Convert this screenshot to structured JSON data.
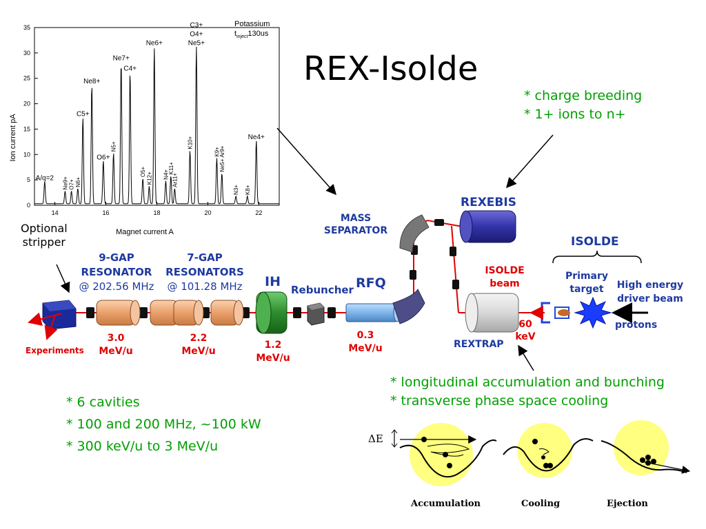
{
  "title": "REX-Isolde",
  "notes": {
    "charge_breeding": [
      "* charge breeding",
      "* 1+ ions to n+"
    ],
    "trap": [
      "* longitudinal accumulation and bunching",
      "* transverse phase space cooling"
    ],
    "linac": [
      "* 6 cavities",
      "* 100 and 200 MHz, ~100 kW",
      "* 300 keV/u to 3 MeV/u"
    ]
  },
  "labels": {
    "optional_stripper": [
      "Optional",
      "stripper"
    ],
    "nine_gap": [
      "9-GAP",
      "RESONATOR",
      "@ 202.56 MHz"
    ],
    "seven_gap": [
      "7-GAP",
      "RESONATORS",
      "@ 101.28 MHz"
    ],
    "ih": "IH",
    "rebuncher": "Rebuncher",
    "rfq": "RFQ",
    "mass_separator": [
      "MASS",
      "SEPARATOR"
    ],
    "rexebis": "REXEBIS",
    "isolde": "ISOLDE",
    "isolde_beam": [
      "ISOLDE",
      "beam"
    ],
    "primary_target": [
      "Primary",
      "target"
    ],
    "driver_beam": [
      "High energy",
      "driver beam"
    ],
    "protons": "protons",
    "rextrap": "REXTRAP",
    "kev60": [
      "60",
      "keV"
    ],
    "experiments": "Experiments",
    "e30": [
      "3.0",
      "MeV/u"
    ],
    "e22": [
      "2.2",
      "MeV/u"
    ],
    "e12": [
      "1.2",
      "MeV/u"
    ],
    "e03": [
      "0.3",
      "MeV/u"
    ]
  },
  "trap_panels": {
    "delta_e": "ΔE",
    "captions": [
      "Accumulation",
      "Cooling",
      "Ejection"
    ]
  },
  "colors": {
    "green": "#00a000",
    "blue_label": "#1e3aa0",
    "red_label": "#e00000",
    "resonator": "#f0b080",
    "ih": "#2e8b2e",
    "rfq": "#7fb4ea",
    "rexebis": "#3333aa",
    "rextrap": "#dddddd",
    "beamline": "#e00000"
  },
  "chart_data": {
    "type": "line",
    "title": "",
    "annotation": [
      "Potassium",
      "t",
      "inject",
      "130us"
    ],
    "xlabel": "Magnet current A",
    "ylabel": "Ion current pA",
    "xlim": [
      13.2,
      22.8
    ],
    "ylim": [
      0,
      35
    ],
    "xticks": [
      14,
      16,
      18,
      20,
      22
    ],
    "yticks": [
      0,
      5,
      10,
      15,
      20,
      25,
      30,
      35
    ],
    "peaks": [
      {
        "x": 13.6,
        "y": 4.4,
        "label": "A/q=2",
        "rot": false
      },
      {
        "x": 14.4,
        "y": 2.5,
        "label": "Ne9+",
        "rot": true
      },
      {
        "x": 14.65,
        "y": 2.5,
        "label": "O7+",
        "rot": true
      },
      {
        "x": 14.9,
        "y": 3.0,
        "label": "N6+",
        "rot": true
      },
      {
        "x": 15.1,
        "y": 17.0,
        "label": "C5+",
        "rot": false
      },
      {
        "x": 15.45,
        "y": 23.5,
        "label": "Ne8+",
        "rot": false
      },
      {
        "x": 15.9,
        "y": 8.5,
        "label": "O6+",
        "rot": false
      },
      {
        "x": 16.3,
        "y": 10.0,
        "label": "N5+",
        "rot": true
      },
      {
        "x": 16.6,
        "y": 28.0,
        "label": "Ne7+",
        "rot": false
      },
      {
        "x": 16.95,
        "y": 26.0,
        "label": "C4+",
        "rot": false
      },
      {
        "x": 17.45,
        "y": 5.0,
        "label": "O5+",
        "rot": true
      },
      {
        "x": 17.7,
        "y": 3.5,
        "label": "K12+",
        "rot": true
      },
      {
        "x": 17.9,
        "y": 31.0,
        "label": "Ne6+",
        "rot": false
      },
      {
        "x": 18.35,
        "y": 4.5,
        "label": "N4+",
        "rot": true
      },
      {
        "x": 18.55,
        "y": 5.5,
        "label": "K11+",
        "rot": true
      },
      {
        "x": 18.7,
        "y": 3.0,
        "label": "Ar11+",
        "rot": true
      },
      {
        "x": 19.3,
        "y": 10.5,
        "label": "K10+",
        "rot": true
      },
      {
        "x": 19.55,
        "y": 31.0,
        "label": "C3+ O4+ Ne5+",
        "rot": false
      },
      {
        "x": 20.35,
        "y": 9.0,
        "label": "K9+",
        "rot": true
      },
      {
        "x": 20.55,
        "y": 6.0,
        "label": "Ne5+ Ar9+",
        "rot": true
      },
      {
        "x": 21.1,
        "y": 1.5,
        "label": "N3+",
        "rot": true
      },
      {
        "x": 21.55,
        "y": 1.5,
        "label": "K8+",
        "rot": true
      },
      {
        "x": 21.9,
        "y": 12.5,
        "label": "Ne4+",
        "rot": false
      }
    ],
    "grid": false,
    "legend": "none"
  }
}
